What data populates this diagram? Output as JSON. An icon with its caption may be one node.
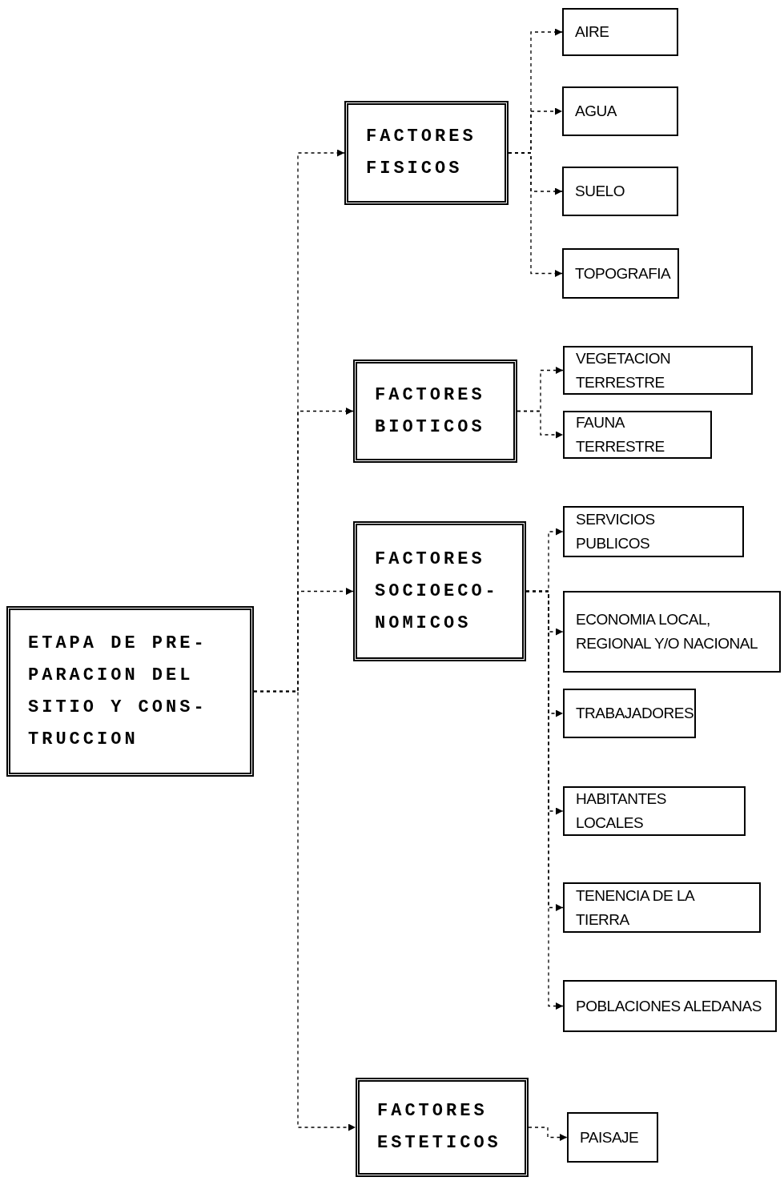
{
  "diagram": {
    "nodes": [
      {
        "text": [
          "ETAPA DE PRE- PARACION DEL SITIO Y CONS- TRUCCION"
        ]
      },
      {
        "text": [
          "FACTORES FISICOS"
        ]
      },
      {
        "text": [
          "AIRE"
        ]
      },
      {
        "text": [
          "AGUA"
        ]
      },
      {
        "text": [
          "SUELO"
        ]
      },
      {
        "text": [
          "TOPOGRAFIA"
        ]
      },
      {
        "text": [
          "FACTORES BIOTICOS"
        ]
      },
      {
        "text": [
          "VEGETACION TERRESTRE"
        ]
      },
      {
        "text": [
          "FAUNA TERRESTRE"
        ]
      },
      {
        "text": [
          "FACTORES SOCIOECO- NOMICOS"
        ]
      },
      {
        "text": [
          "SERVICIOS PUBLICOS"
        ]
      },
      {
        "text": [
          "ECONOMIA LOCAL, REGIONAL Y/O NACIONAL"
        ]
      },
      {
        "text": [
          "TRABAJADORES"
        ]
      },
      {
        "text": [
          "HABITANTES LOCALES"
        ]
      },
      {
        "text": [
          "TENENCIA DE LA TIERRA"
        ]
      },
      {
        "text": [
          "POBLACIONES ALEDANAS"
        ]
      },
      {
        "text": [
          "FACTORES ESTETICOS"
        ]
      },
      {
        "text": [
          "PAISAJE"
        ]
      }
    ],
    "edges": [
      {
        "from": 0,
        "to": 1,
        "arrow": "to",
        "style": "dashed"
      },
      {
        "from": 0,
        "to": 6,
        "arrow": "to",
        "style": "dashed"
      },
      {
        "from": 0,
        "to": 9,
        "arrow": "to",
        "style": "dashed"
      },
      {
        "from": 0,
        "to": 16,
        "arrow": "to",
        "style": "dashed"
      },
      {
        "from": 1,
        "to": 2,
        "arrow": "to",
        "style": "dashed"
      },
      {
        "from": 1,
        "to": 3,
        "arrow": "to",
        "style": "dashed"
      },
      {
        "from": 1,
        "to": 4,
        "arrow": "to",
        "style": "dashed"
      },
      {
        "from": 1,
        "to": 5,
        "arrow": "to",
        "style": "dashed"
      },
      {
        "from": 6,
        "to": 7,
        "arrow": "to",
        "style": "dashed"
      },
      {
        "from": 6,
        "to": 8,
        "arrow": "to",
        "style": "dashed"
      },
      {
        "from": 9,
        "to": 10,
        "arrow": "to",
        "style": "dashed"
      },
      {
        "from": 9,
        "to": 11,
        "arrow": "to",
        "style": "dashed"
      },
      {
        "from": 9,
        "to": 12,
        "arrow": "to",
        "style": "dashed"
      },
      {
        "from": 9,
        "to": 13,
        "arrow": "to",
        "style": "dashed"
      },
      {
        "from": 9,
        "to": 14,
        "arrow": "to",
        "style": "dashed"
      },
      {
        "from": 9,
        "to": 15,
        "arrow": "to",
        "style": "dashed"
      },
      {
        "from": 16,
        "to": 17,
        "arrow": "to",
        "style": "dashed"
      }
    ]
  }
}
